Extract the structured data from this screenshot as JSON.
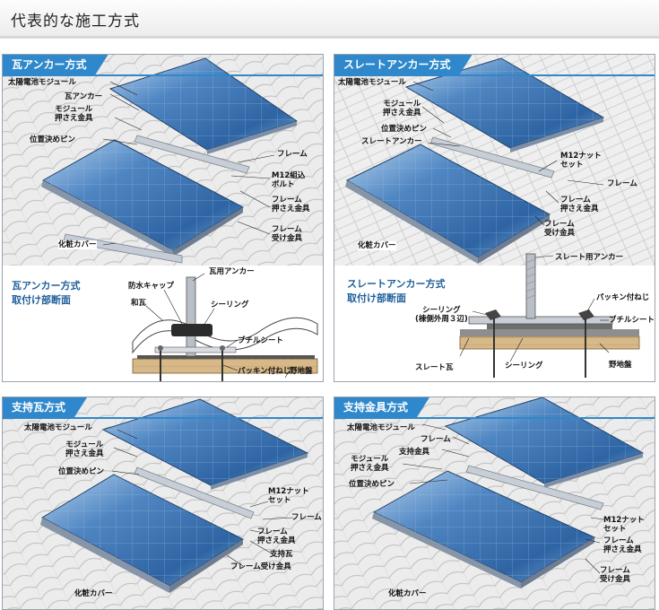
{
  "page": {
    "title": "代表的な施工方式"
  },
  "panels": {
    "p1": {
      "tab": "瓦アンカー方式",
      "labels": [
        "太陽電池モジュール",
        "瓦アンカー",
        "モジュール\n押さえ金具",
        "位置決めピン",
        "フレーム",
        "M12組込\nボルト",
        "フレーム\n押さえ金具",
        "フレーム\n受け金具",
        "化粧カバー"
      ],
      "section_title": "瓦アンカー方式\n取付け部断面",
      "section_labels": [
        "瓦用アンカー",
        "防水キャップ",
        "和瓦",
        "シーリング",
        "ブチルシート",
        "パッキン付ねじ",
        "野地盤"
      ]
    },
    "p2": {
      "tab": "スレートアンカー方式",
      "labels": [
        "太陽電池モジュール",
        "モジュール\n押さえ金具",
        "位置決めピン",
        "スレートアンカー",
        "M12ナット\nセット",
        "フレーム",
        "フレーム\n押さえ金具",
        "フレーム\n受け金具",
        "化粧カバー"
      ],
      "section_title": "スレートアンカー方式\n取付け部断面",
      "section_labels": [
        "スレート用アンカー",
        "パッキン付ねじ",
        "シーリング\n(棟側外周３辺)",
        "ブチルシート",
        "野地盤",
        "スレート瓦",
        "シーリング"
      ]
    },
    "p3": {
      "tab": "支持瓦方式",
      "labels": [
        "太陽電池モジュール",
        "モジュール\n押さえ金具",
        "位置決めピン",
        "M12ナット\nセット",
        "フレーム",
        "フレーム\n押さえ金具",
        "支持瓦",
        "フレーム受け金具",
        "化粧カバー"
      ]
    },
    "p4": {
      "tab": "支持金具方式",
      "labels": [
        "太陽電池モジュール",
        "フレーム",
        "支持金具",
        "モジュール\n押さえ金具",
        "位置決めピン",
        "M12ナット\nセット",
        "フレーム\n押さえ金具",
        "フレーム\n受け金具",
        "化粧カバー"
      ]
    }
  }
}
